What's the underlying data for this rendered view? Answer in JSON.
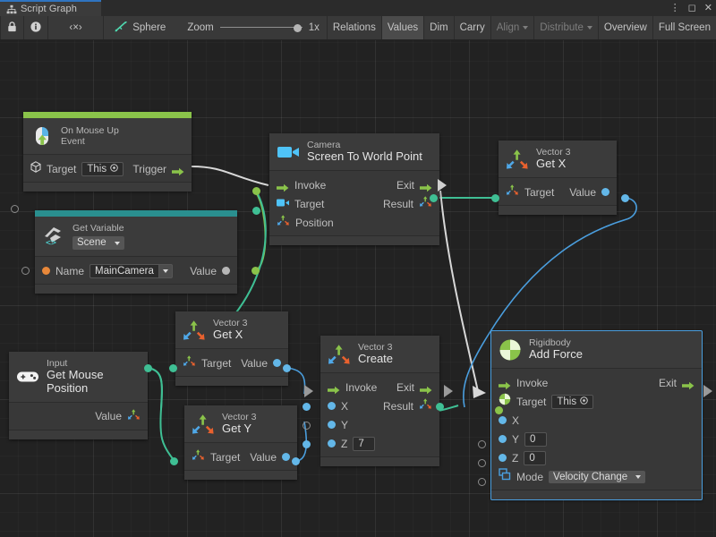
{
  "window": {
    "tab_title": "Script Graph",
    "tab_icon": "graph-icon",
    "menu_icon": "kebab-menu-icon",
    "maximize_icon": "maximize-icon",
    "close_icon": "close-icon"
  },
  "toolbar": {
    "lock_icon": "lock-icon",
    "info_icon": "info-icon",
    "code_label": "‹×›",
    "object_name": "Sphere",
    "object_icon": "graph-object-icon",
    "zoom_label": "Zoom",
    "zoom_value": "1x",
    "buttons": [
      {
        "label": "Relations",
        "pressed": false,
        "dim": false
      },
      {
        "label": "Values",
        "pressed": true,
        "dim": false
      },
      {
        "label": "Dim",
        "pressed": false,
        "dim": false
      },
      {
        "label": "Carry",
        "pressed": false,
        "dim": false
      },
      {
        "label": "Align",
        "pressed": false,
        "dim": true,
        "caret": true
      },
      {
        "label": "Distribute",
        "pressed": false,
        "dim": true,
        "caret": true
      },
      {
        "label": "Overview",
        "pressed": false,
        "dim": false
      },
      {
        "label": "Full Screen",
        "pressed": false,
        "dim": false
      }
    ]
  },
  "nodes": {
    "on_mouse_up": {
      "subtitle": "On Mouse Up",
      "title": "Event",
      "icon": "mouse-up-event-icon",
      "accent": "#8ac34a",
      "target_label": "Target",
      "target_value": "This",
      "trigger_label": "Trigger"
    },
    "get_variable": {
      "subtitle": "Get Variable",
      "scope": "Scene",
      "icon": "variable-icon",
      "accent": "#2a8f8f",
      "name_label": "Name",
      "name_value": "MainCamera",
      "value_label": "Value"
    },
    "camera_screen_to_world": {
      "subtitle": "Camera",
      "title": "Screen To World Point",
      "icon": "camera-icon",
      "invoke_label": "Invoke",
      "exit_label": "Exit",
      "target_label": "Target",
      "result_label": "Result",
      "position_label": "Position"
    },
    "vector3_getx_top": {
      "subtitle": "Vector 3",
      "title": "Get X",
      "icon": "vector3-icon",
      "target_label": "Target",
      "value_label": "Value"
    },
    "vector3_getx_mid": {
      "subtitle": "Vector 3",
      "title": "Get X",
      "icon": "vector3-icon",
      "target_label": "Target",
      "value_label": "Value"
    },
    "vector3_gety": {
      "subtitle": "Vector 3",
      "title": "Get Y",
      "icon": "vector3-icon",
      "target_label": "Target",
      "value_label": "Value"
    },
    "input_mouse_position": {
      "subtitle": "Input",
      "title": "Get Mouse Position",
      "icon": "gamepad-icon",
      "value_label": "Value"
    },
    "vector3_create": {
      "subtitle": "Vector 3",
      "title": "Create",
      "icon": "vector3-icon",
      "invoke_label": "Invoke",
      "exit_label": "Exit",
      "x_label": "X",
      "y_label": "Y",
      "z_label": "Z",
      "z_value": "7",
      "result_label": "Result"
    },
    "rigidbody_add_force": {
      "subtitle": "Rigidbody",
      "title": "Add Force",
      "icon": "rigidbody-icon",
      "selected": true,
      "invoke_label": "Invoke",
      "exit_label": "Exit",
      "target_label": "Target",
      "target_value": "This",
      "x_label": "X",
      "y_label": "Y",
      "y_value": "0",
      "z_label": "Z",
      "z_value": "0",
      "mode_label": "Mode",
      "mode_value": "Velocity Change",
      "mode_icon": "enum-icon"
    }
  },
  "colors": {
    "flow_wire": "#d8d8d8",
    "object_wire": "#8ac34a",
    "vector_wire": "#3fbf94",
    "float_wire": "#4a9ede",
    "node_bg": "#3b3b3b",
    "canvas_bg": "#222222",
    "selection": "#4a9ede"
  }
}
